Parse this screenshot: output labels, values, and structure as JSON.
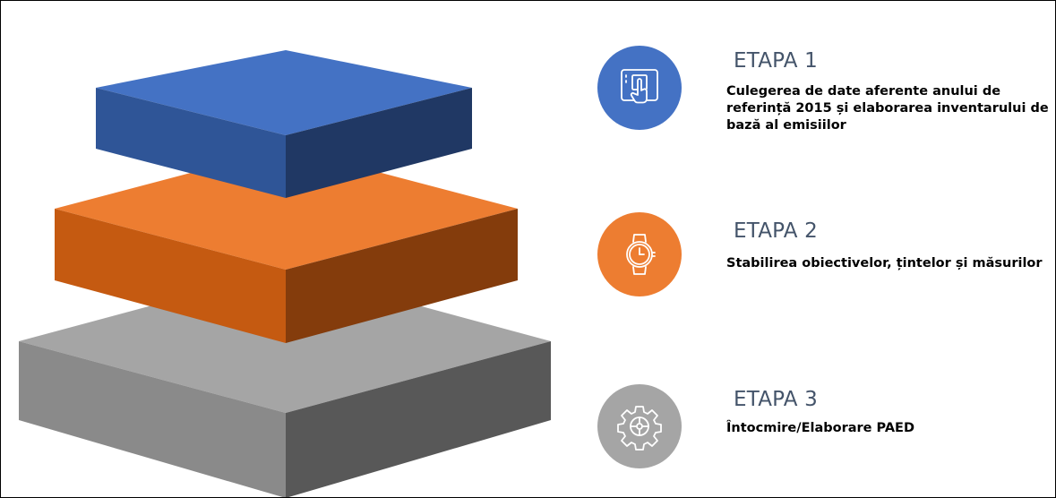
{
  "colors": {
    "blue": "#4472c4",
    "orange": "#ed7d31",
    "gray": "#a5a5a5",
    "title_text": "#44546a"
  },
  "steps": [
    {
      "title": "ETAPA 1",
      "description": "Culegerea de date aferente anului de referință 2015 și elaborarea inventarului de bază al emisiilor",
      "icon": "touch-tablet-icon",
      "color": "#4472c4"
    },
    {
      "title": "ETAPA 2",
      "description": "Stabilirea obiectivelor, țintelor și măsurilor",
      "icon": "wristwatch-icon",
      "color": "#ed7d31"
    },
    {
      "title": "ETAPA 3",
      "description": "Întocmire/Elaborare PAED",
      "icon": "gear-icon",
      "color": "#a5a5a5"
    }
  ]
}
